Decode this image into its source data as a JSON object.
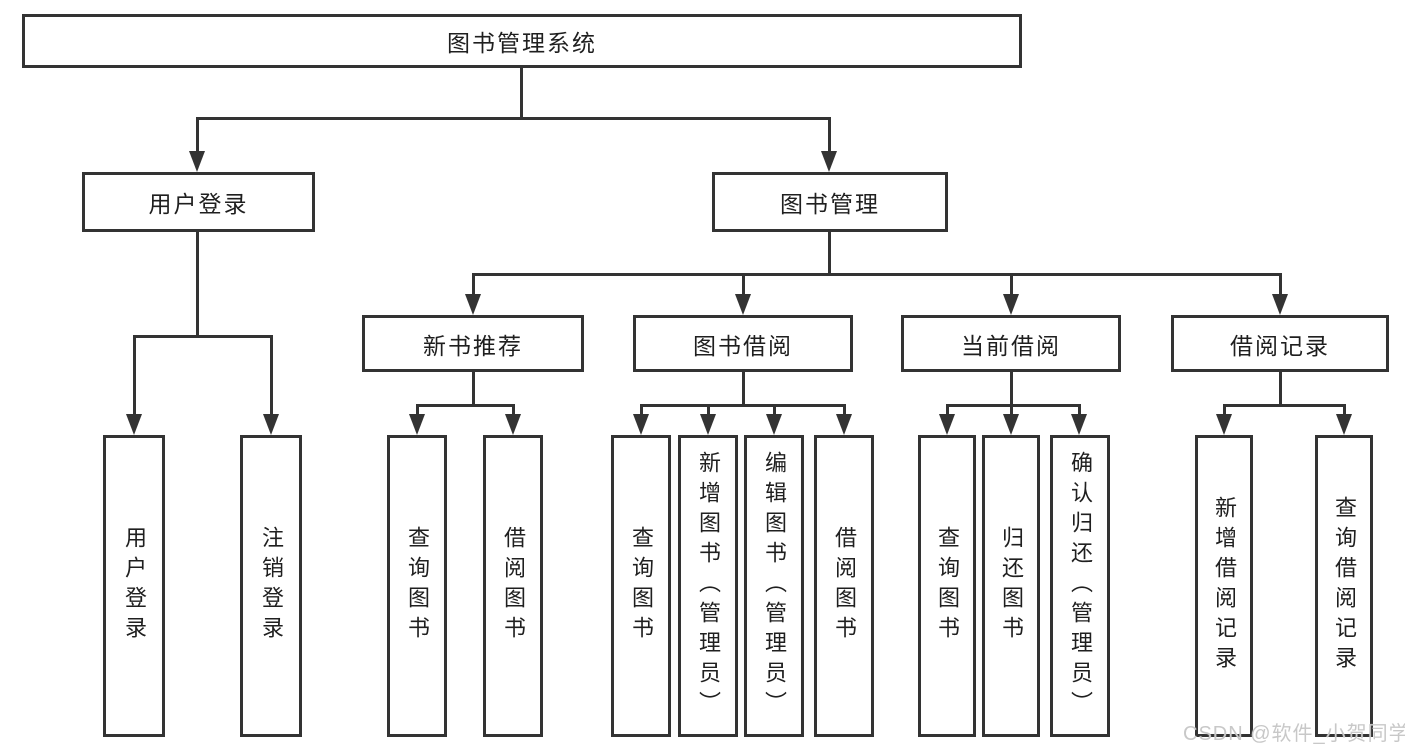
{
  "tree": {
    "label": "图书管理系统",
    "children": [
      {
        "label": "用户登录",
        "children": [
          {
            "label": "用户登录"
          },
          {
            "label": "注销登录"
          }
        ]
      },
      {
        "label": "图书管理",
        "children": [
          {
            "label": "新书推荐",
            "children": [
              {
                "label": "查询图书"
              },
              {
                "label": "借阅图书"
              }
            ]
          },
          {
            "label": "图书借阅",
            "children": [
              {
                "label": "查询图书"
              },
              {
                "label": "新增图书（管理员）"
              },
              {
                "label": "编辑图书（管理员）"
              },
              {
                "label": "借阅图书"
              }
            ]
          },
          {
            "label": "当前借阅",
            "children": [
              {
                "label": "查询图书"
              },
              {
                "label": "归还图书"
              },
              {
                "label": "确认归还（管理员）"
              }
            ]
          },
          {
            "label": "借阅记录",
            "children": [
              {
                "label": "新增借阅记录"
              },
              {
                "label": "查询借阅记录"
              }
            ]
          }
        ]
      }
    ]
  },
  "watermark": {
    "text": "CSDN @软件_小贺同学"
  },
  "colors": {
    "line": "#333333",
    "text": "#1f1f1f",
    "background": "#ffffff",
    "watermark": "#c8c8c8"
  }
}
